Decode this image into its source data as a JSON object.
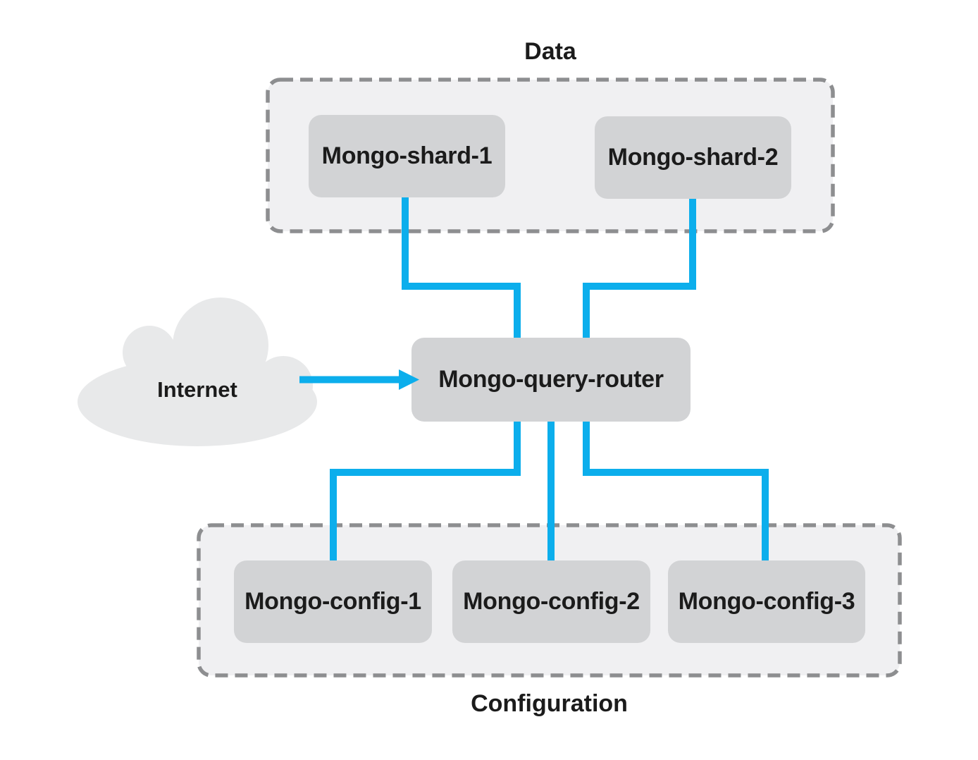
{
  "diagram": {
    "groups": {
      "data": {
        "label": "Data"
      },
      "configuration": {
        "label": "Configuration"
      }
    },
    "cloud": {
      "label": "Internet"
    },
    "nodes": {
      "shard1": {
        "label": "Mongo-shard-1"
      },
      "shard2": {
        "label": "Mongo-shard-2"
      },
      "router": {
        "label": "Mongo-query-router"
      },
      "config1": {
        "label": "Mongo-config-1"
      },
      "config2": {
        "label": "Mongo-config-2"
      },
      "config3": {
        "label": "Mongo-config-3"
      }
    },
    "colors": {
      "connector_blue": "#0caeec",
      "node_fill": "#d2d3d5",
      "group_fill": "#f0f0f2",
      "group_border": "#8d8e90",
      "cloud_fill": "#e8e9ea",
      "text": "#1b1b1b",
      "background": "#ffffff"
    }
  }
}
